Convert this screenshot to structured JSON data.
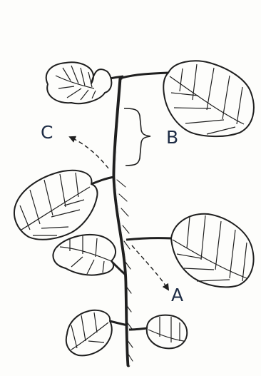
{
  "labels": {
    "a": "A",
    "b": "B",
    "c": "C"
  },
  "colors": {
    "ink": "#1f1f1f",
    "label": "#1d2b44",
    "background": "#fdfdfb"
  }
}
